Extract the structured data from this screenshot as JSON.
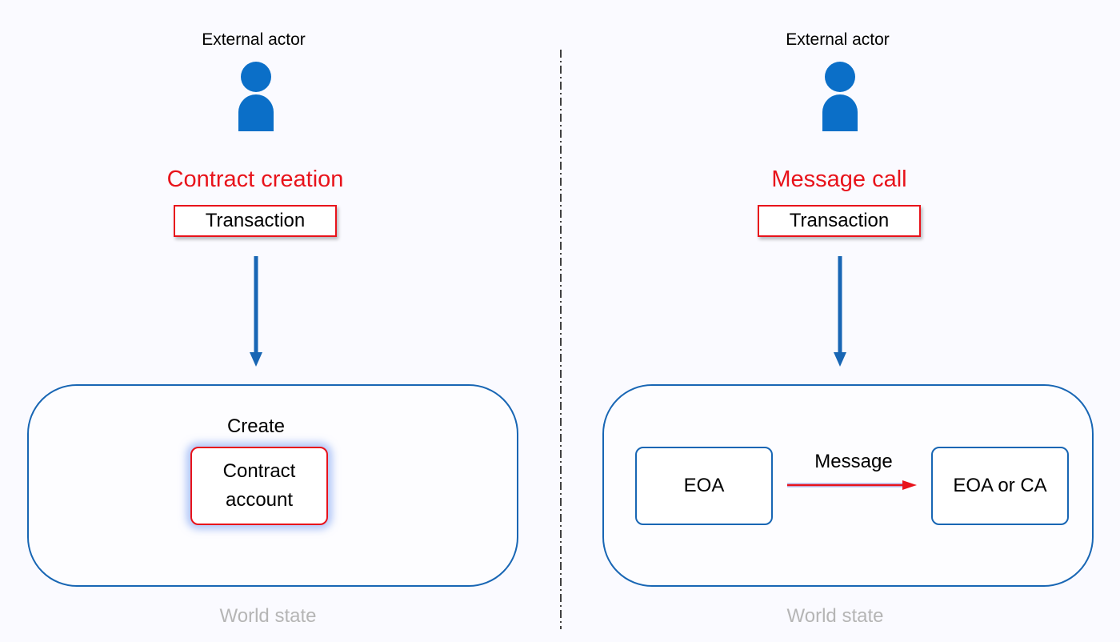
{
  "left": {
    "actor_label": "External actor",
    "title": "Contract creation",
    "transaction_label": "Transaction",
    "create_label": "Create",
    "contract_line1": "Contract",
    "contract_line2": "account",
    "world_label": "World state"
  },
  "right": {
    "actor_label": "External actor",
    "title": "Message call",
    "transaction_label": "Transaction",
    "eoa_label": "EOA",
    "message_label": "Message",
    "target_label": "EOA or CA",
    "world_label": "World state"
  },
  "colors": {
    "accent_blue": "#1866b4",
    "actor_blue": "#0b6fc8",
    "highlight_red": "#e8131b",
    "muted_gray": "#b5b5b5"
  },
  "icons": [
    "person-icon",
    "down-arrow-icon",
    "right-arrow-icon"
  ]
}
